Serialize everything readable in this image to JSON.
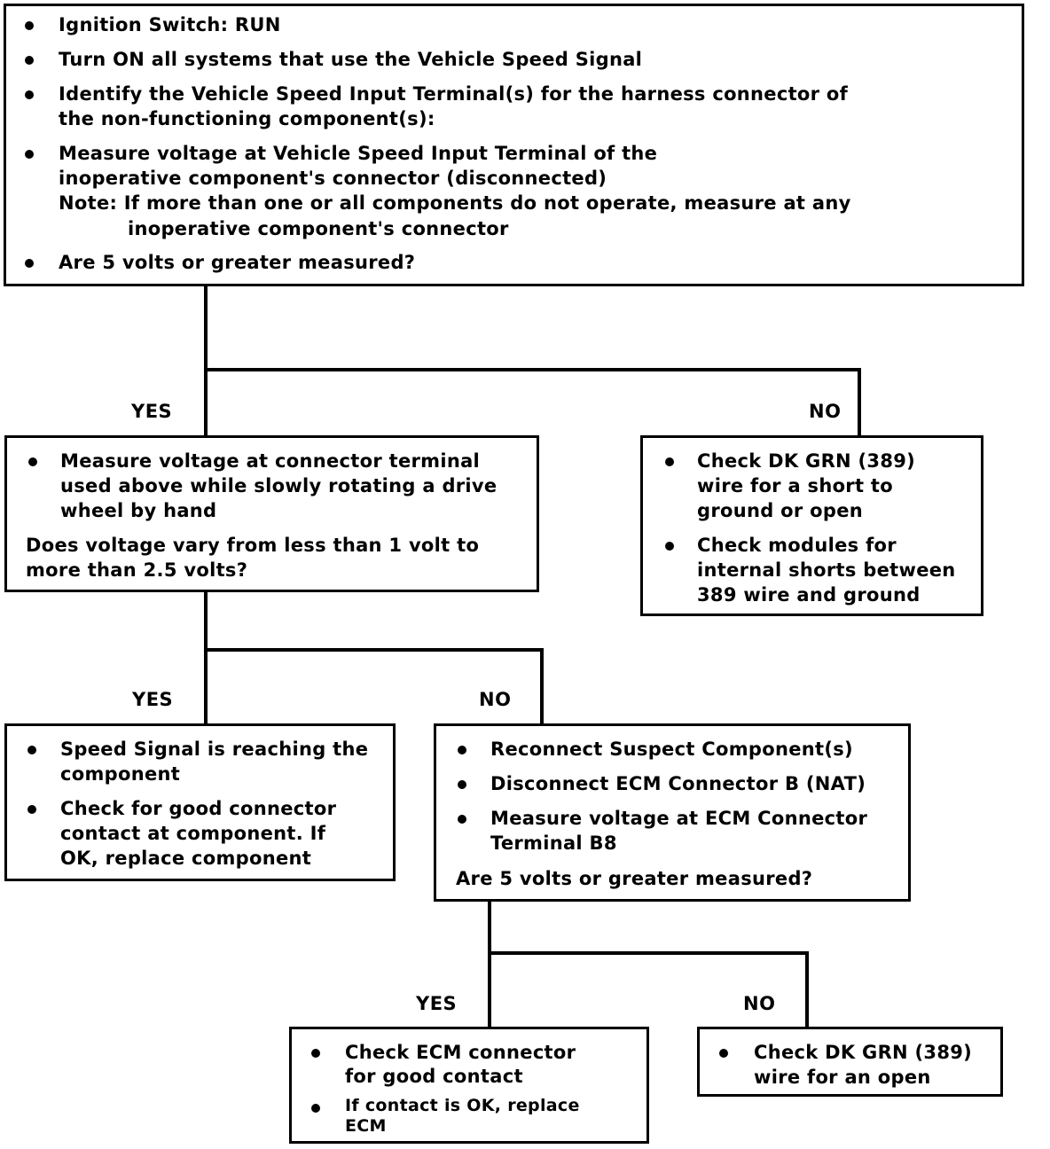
{
  "box1": {
    "items": [
      "Ignition  Switch: RUN",
      "Turn ON all systems that use the Vehicle Speed Signal",
      "Identify the Vehicle Speed Input Terminal(s) for the harness connector of",
      "the non-functioning component(s):",
      "Measure voltage at Vehicle Speed Input Terminal of the",
      "inoperative component's connector (disconnected)",
      "Note: If more than one or all components do not operate, measure at any",
      "inoperative component's connector",
      "Are 5 volts or greater measured?"
    ]
  },
  "labels": {
    "yes1": "YES",
    "no1": "NO",
    "yes2": "YES",
    "no2": "NO",
    "yes3": "YES",
    "no3": "NO"
  },
  "box2": {
    "lines": [
      "Measure voltage at connector terminal",
      "used above while slowly rotating a drive",
      "wheel by hand"
    ],
    "question": [
      "Does voltage vary from less than 1 volt to",
      "more than 2.5 volts?"
    ]
  },
  "box3": {
    "item1": [
      "Check DK GRN (389)",
      "wire for a short to",
      "ground or open"
    ],
    "item2": [
      "Check modules for",
      "internal shorts between",
      "389 wire and ground"
    ]
  },
  "box4": {
    "item1": [
      "Speed Signal is reaching the",
      "component"
    ],
    "item2": [
      "Check for good connector",
      "contact at component. If",
      "OK, replace component"
    ]
  },
  "box5": {
    "item1": "Reconnect Suspect Component(s)",
    "item2": "Disconnect ECM Connector B (NAT)",
    "item3": [
      "Measure voltage at ECM Connector",
      "Terminal B8"
    ],
    "question": "Are 5 volts or greater measured?"
  },
  "box6": {
    "item1": [
      "Check ECM connector",
      "for good contact"
    ],
    "item2": [
      "If contact is OK, replace",
      "ECM"
    ]
  },
  "box7": {
    "item1": [
      "Check DK GRN (389)",
      "wire for an open"
    ]
  }
}
